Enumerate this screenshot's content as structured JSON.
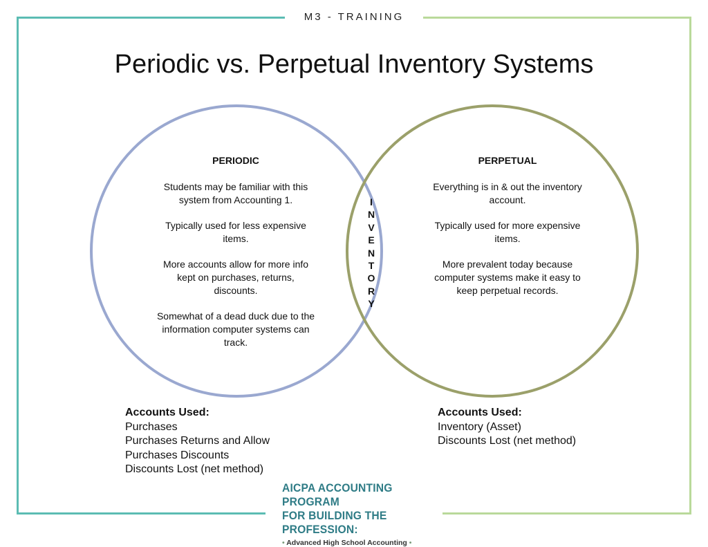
{
  "header_label": "M3 - TRAINING",
  "title": "Periodic vs. Perpetual Inventory Systems",
  "colors": {
    "frame_teal": "#5bbcb3",
    "frame_green": "#b9d99a",
    "periodic_circle": "#9aa8d0",
    "perpetual_circle": "#9ba06a",
    "logo_teal": "#2f7c86"
  },
  "periodic": {
    "heading": "PERIODIC",
    "points": [
      "Students may be familiar with this system from Accounting 1.",
      "Typically used for less expensive items.",
      "More accounts allow for more info kept on purchases, returns, discounts.",
      "Somewhat of a dead duck due to the information computer systems can track."
    ]
  },
  "perpetual": {
    "heading": "PERPETUAL",
    "points": [
      "Everything is in & out the inventory account.",
      "Typically used for more expensive items.",
      "More prevalent today because computer systems make it easy to keep perpetual records."
    ]
  },
  "overlap_letters": [
    "I",
    "N",
    "V",
    "E",
    "N",
    "T",
    "O",
    "R",
    "Y"
  ],
  "periodic_accounts": {
    "heading": "Accounts Used:",
    "items": [
      "Purchases",
      "Purchases Returns and Allow",
      "Purchases Discounts",
      "Discounts Lost (net method)"
    ]
  },
  "perpetual_accounts": {
    "heading": "Accounts Used:",
    "items": [
      "Inventory (Asset)",
      "Discounts Lost (net method)"
    ]
  },
  "logo": {
    "line1": "AICPA ACCOUNTING PROGRAM",
    "line2": "FOR BUILDING THE PROFESSION:",
    "line3": "Advanced High School Accounting"
  }
}
